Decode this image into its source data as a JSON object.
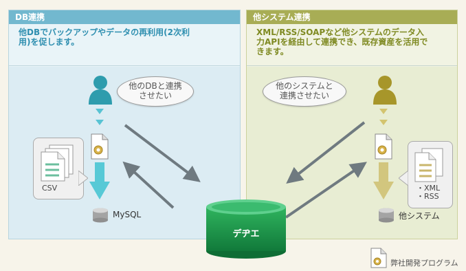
{
  "left_panel": {
    "title": "DB連携",
    "description_line1": "他DBでバックアップやデータの再利用(2次利",
    "description_line2": "用)を促します。",
    "bubble_line1": "他のDBと連携",
    "bubble_line2": "させたい",
    "doc_label": "CSV",
    "db_label": "MySQL",
    "accent_color": "#72b8cf"
  },
  "right_panel": {
    "title": "他システム連携",
    "description_line1": "XML/RSS/SOAPなど他システムのデータ入",
    "description_line2": "力APIを経由して連携でき、既存資産を活用で",
    "description_line3": "きます。",
    "bubble_line1": "他のシステムと",
    "bubble_line2": "連携させたい",
    "doc_label_line1": "・XML",
    "doc_label_line2": "・RSS",
    "db_label": "他システム",
    "accent_color": "#a8ad55"
  },
  "center": {
    "db_label": "デヂエ",
    "db_color": "#1c9a4d"
  },
  "legend": {
    "label": "弊社開発プログラム"
  },
  "icons": {
    "user": "user-icon",
    "program": "program-document-icon",
    "documents": "document-stack-icon",
    "database": "database-icon"
  }
}
